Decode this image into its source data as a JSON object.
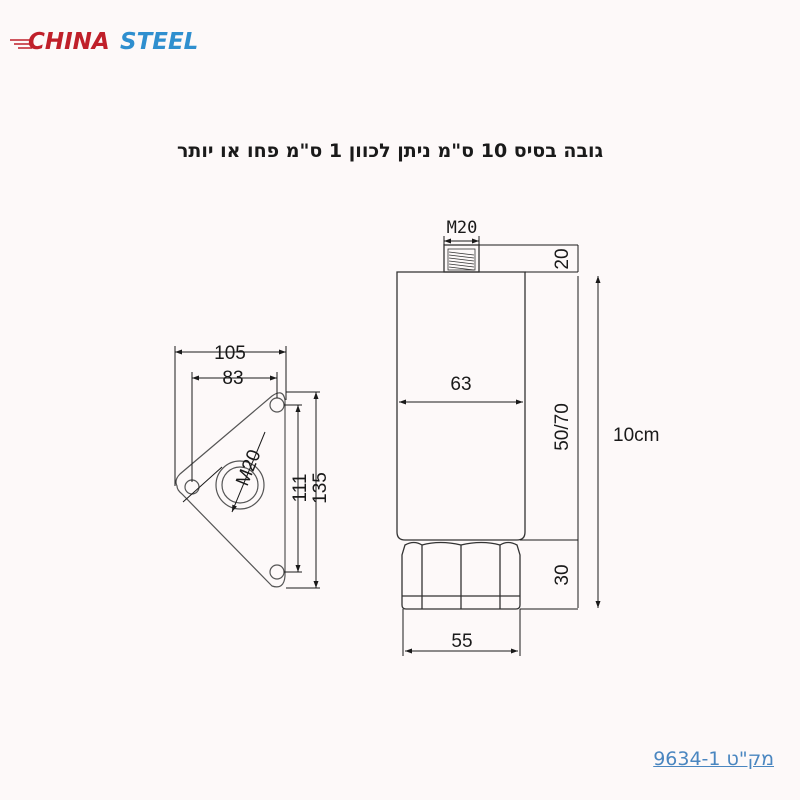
{
  "brand": {
    "name_part1": "CHINA",
    "name_part2": "STEEL",
    "color_part1": "#c0202a",
    "color_part2": "#2f8fcf"
  },
  "title": "גובה בסיס 10 ס\"מ ניתן לכוון 1 ס\"מ פחו או יותר",
  "base_plate_view": {
    "width_outer": "105",
    "width_holes": "83",
    "thread": "M20",
    "height_holes": "111",
    "height_outer": "135"
  },
  "side_view": {
    "thread": "M20",
    "thread_length": "20",
    "body_diameter": "63",
    "body_height": "50/70",
    "total_height": "10cm",
    "nut_height": "30",
    "nut_width": "55"
  },
  "sku_label": "מק\"ט 9634-1",
  "colors": {
    "line": "#333333",
    "dim": "#1a1a1a",
    "link": "#4a86c0",
    "background": "#fdf9f9"
  }
}
